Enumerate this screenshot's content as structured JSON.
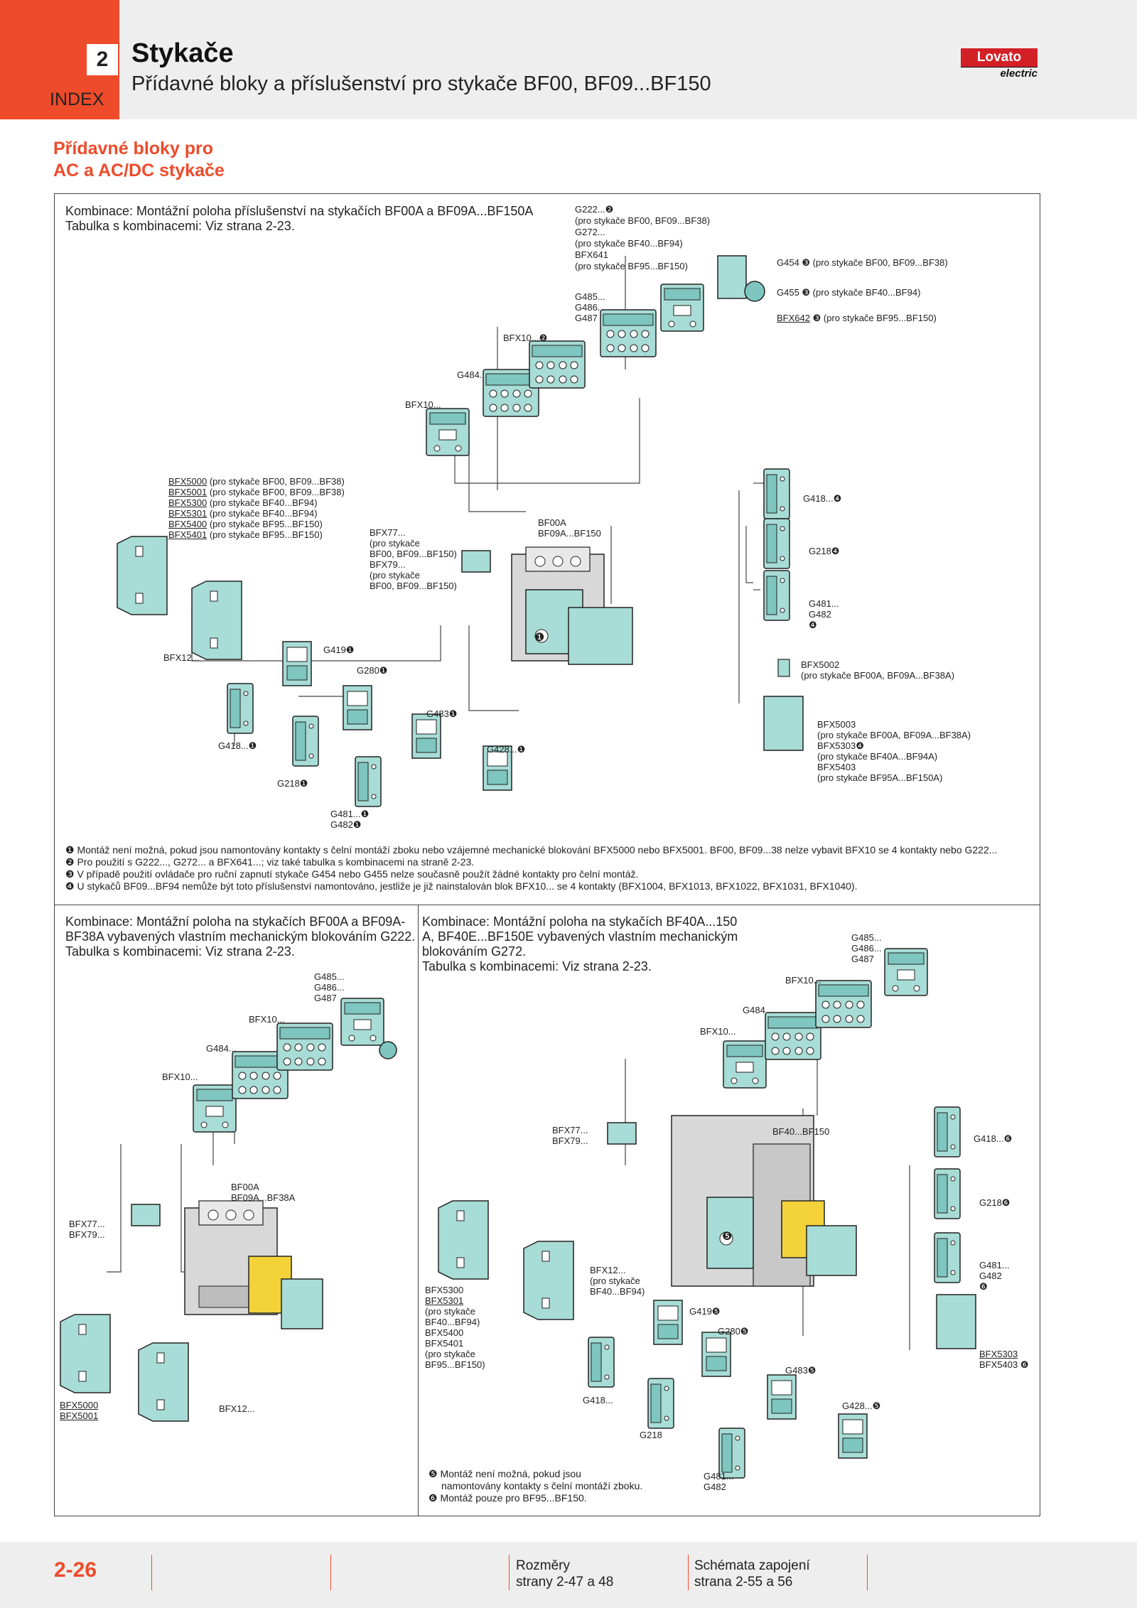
{
  "header": {
    "index_number": "2",
    "index_label": "INDEX",
    "title": "Stykače",
    "subtitle": "Přídavné bloky a příslušenství pro stykače BF00, BF09...BF150",
    "logo_text": "Lovato",
    "logo_sub": "electric",
    "brand_color": "#ee4b2b"
  },
  "section_title": [
    "Přídavné bloky pro",
    "AC a AC/DC stykače"
  ],
  "top_panel": {
    "caption": [
      "Kombinace: Montážní poloha příslušenství na stykačích BF00A a BF09A...BF150A",
      "Tabulka s kombinacemi: Viz strana 2-23."
    ],
    "labels": {
      "g222": [
        "G222...❷",
        "(pro stykače BF00, BF09...BF38)",
        "G272...",
        "(pro stykače BF40...BF94)",
        "BFX641",
        "(pro stykače BF95...BF150)"
      ],
      "g485": [
        "G485...",
        "G486...",
        "G487"
      ],
      "g454": "G454 ❸ (pro stykače BF00, BF09...BF38)",
      "g455": "G455 ❸ (pro stykače BF40...BF94)",
      "bfx642_code": "BFX642",
      "bfx642_rest": " ❸ (pro stykače BF95...BF150)",
      "bfx10_a": "BFX10...❷",
      "g484": "G484...",
      "bfx10_b": "BFX10...",
      "bfx5000_list": [
        {
          "code": "BFX5000",
          "rest": " (pro stykače BF00, BF09...BF38)"
        },
        {
          "code": "BFX5001",
          "rest": " (pro stykače BF00, BF09...BF38)"
        },
        {
          "code": "BFX5300",
          "rest": " (pro stykače BF40...BF94)"
        },
        {
          "code": "BFX5301",
          "rest": " (pro stykače BF40...BF94)"
        },
        {
          "code": "BFX5400",
          "rest": " (pro stykače BF95...BF150)"
        },
        {
          "code": "BFX5401",
          "rest": " (pro stykače BF95...BF150)"
        }
      ],
      "bfx77": [
        "BFX77...",
        "(pro stykače",
        "BF00, BF09...BF150)",
        "BFX79...",
        "(pro stykače",
        "BF00, BF09...BF150)"
      ],
      "bf00a": [
        "BF00A",
        "BF09A...BF150"
      ],
      "g418_r": "G418...❹",
      "g218_r": "G218❹",
      "g481_r": [
        "G481...",
        "G482",
        "❹"
      ],
      "bfx5002": [
        "BFX5002",
        "(pro stykače BF00A, BF09A...BF38A)"
      ],
      "bfx5003": [
        "BFX5003",
        "(pro stykače BF00A, BF09A...BF38A)",
        "BFX5303❹",
        "(pro stykače BF40A...BF94A)",
        "BFX5403",
        "(pro stykače BF95A...BF150A)"
      ],
      "bfx12": "BFX12...",
      "g419": "G419❶",
      "g280": "G280❶",
      "g483": "G483❶",
      "g428": "G428...❶",
      "g418_l": "G418...❶",
      "g218_l": "G218❶",
      "g481_l": [
        "G481...❶",
        "G482❶"
      ],
      "circle1": "❶"
    },
    "footnotes": [
      "❶ Montáž není možná, pokud jsou namontovány kontakty s čelní montáží zboku nebo vzájemné mechanické blokování BFX5000 nebo BFX5001. BF00, BF09...38 nelze vybavit BFX10 se 4 kontakty nebo G222...",
      "❷ Pro použití s G222..., G272... a BFX641...; viz také tabulka s kombinacemi na straně 2-23.",
      "❸ V případě použití ovládače pro ruční zapnutí stykače G454 nebo G455 nelze současně použít žádné kontakty pro čelní montáž.",
      "❹ U stykačů BF09...BF94 nemůže být toto příslušenství namontováno, jestliže je již nainstalován blok BFX10... se 4 kontakty (BFX1004, BFX1013, BFX1022, BFX1031, BFX1040)."
    ]
  },
  "bottom_left": {
    "caption": [
      "Kombinace: Montážní poloha na stykačích BF00A a BF09A-",
      "BF38A vybavených vlastním mechanickým blokováním G222.",
      "Tabulka s kombinacemi: Viz strana 2-23."
    ],
    "labels": {
      "g485": [
        "G485...",
        "G486...",
        "G487"
      ],
      "bfx10_a": "BFX10...",
      "g484": "G484...",
      "bfx10_b": "BFX10...",
      "bf00a": [
        "BF00A",
        "BF09A...BF38A"
      ],
      "bfx77": [
        "BFX77...",
        "BFX79..."
      ],
      "bfx5000": [
        "BFX5000",
        "BFX5001"
      ],
      "bfx12": "BFX12..."
    }
  },
  "bottom_right": {
    "caption": [
      "Kombinace: Montážní poloha na stykačích BF40A...150",
      "A, BF40E...BF150E vybavených vlastním mechanickým",
      "blokováním G272.",
      "Tabulka s kombinacemi: Viz strana 2-23."
    ],
    "labels": {
      "g485": [
        "G485...",
        "G486...",
        "G487"
      ],
      "bfx10_a": "BFX10...",
      "g484": "G484...",
      "bfx10_b": "BFX10...",
      "bfx77": [
        "BFX77...",
        "BFX79..."
      ],
      "bf40": "BF40...BF150",
      "g418": "G418...❻",
      "g218": "G218❻",
      "g481": [
        "G481...",
        "G482",
        "❻"
      ],
      "bfx5303": [
        "BFX5303",
        "BFX5403 ❻"
      ],
      "bfx5300": [
        "BFX5300",
        "BFX5301",
        "(pro stykače",
        "BF40...BF94)",
        "BFX5400",
        "BFX5401",
        "(pro stykače",
        "BF95...BF150)"
      ],
      "bfx12": [
        "BFX12...",
        "(pro stykače",
        "BF40...BF94)"
      ],
      "g419": "G419❺",
      "g280": "G280❺",
      "g483": "G483❺",
      "g428": "G428...❺",
      "g418_l": "G418...",
      "g218_l": "G218",
      "g481_l": [
        "G481...",
        "G482"
      ],
      "circle5": "❺"
    },
    "footnotes": [
      "❺ Montáž není možná, pokud jsou",
      "namontovány kontakty s čelní montáží zboku.",
      "❻ Montáž pouze pro BF95...BF150."
    ]
  },
  "footer": {
    "page_number": "2-26",
    "dim_title": "Rozměry",
    "dim_pages": "strany 2-47 a 48",
    "wiring_title": "Schémata zapojení",
    "wiring_pages": "strana 2-55 a 56"
  }
}
